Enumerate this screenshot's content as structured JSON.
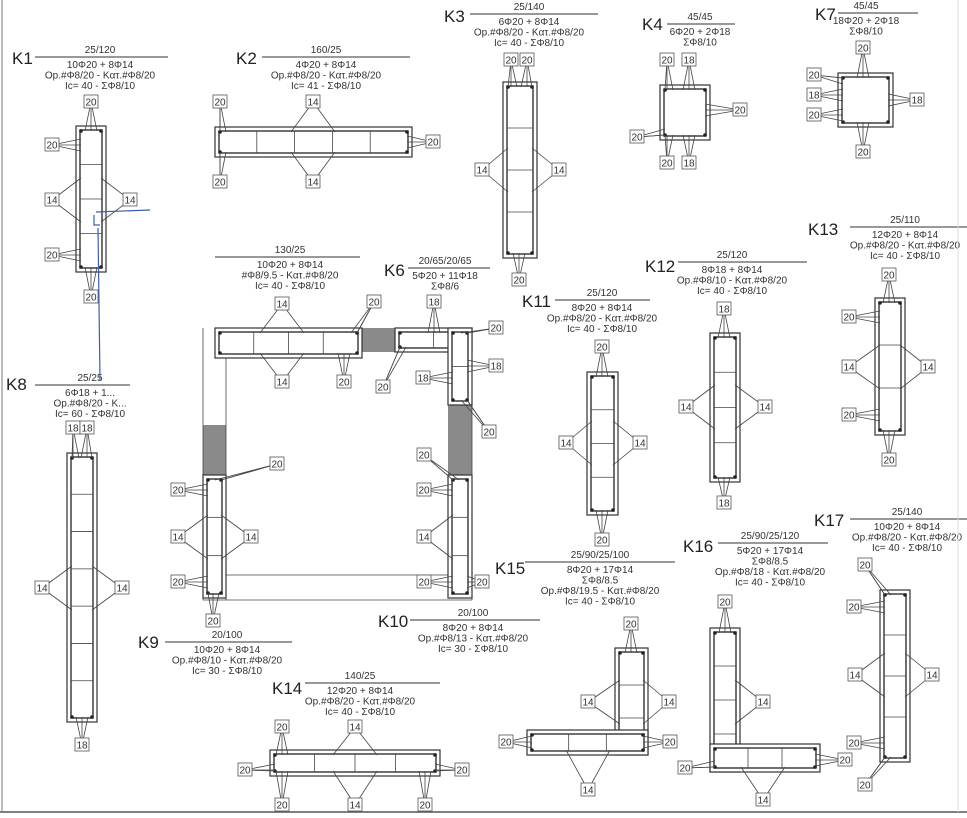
{
  "drawing": {
    "colors": {
      "ink": "#333333",
      "wall": "#8a8a8a",
      "scribble": "#3a5fb0"
    },
    "columns": [
      {
        "id": "K1",
        "lines": [
          "25/120",
          "10Φ20 + 8Φ14",
          "Op.#Φ8/20 - Kατ.#Φ8/20",
          "Ic= 40 - ΣΦ8/10"
        ],
        "tags": [
          "20",
          "20",
          "14",
          "14",
          "20",
          "20"
        ]
      },
      {
        "id": "K2",
        "lines": [
          "160/25",
          "4Φ20 + 8Φ14",
          "Op.#Φ8/20 - Kατ.#Φ8/20",
          "Ic= 41 - ΣΦ8/10"
        ],
        "tags": [
          "20",
          "14",
          "20",
          "20",
          "14"
        ]
      },
      {
        "id": "K3",
        "lines": [
          "25/140",
          "6Φ20 + 8Φ14",
          "Op.#Φ8/20 - Kατ.#Φ8/20",
          "Ic= 40 - ΣΦ8/10"
        ],
        "tags": [
          "20",
          "20",
          "14",
          "14",
          "20"
        ]
      },
      {
        "id": "K4",
        "lines": [
          "45/45",
          "6Φ20 + 2Φ18",
          "ΣΦ8/10"
        ],
        "tags": [
          "20",
          "18",
          "20",
          "20",
          "20",
          "18"
        ]
      },
      {
        "id": "K7",
        "lines": [
          "45/45",
          "18Φ20 + 2Φ18",
          "ΣΦ8/10"
        ],
        "tags": [
          "20",
          "20",
          "18",
          "20",
          "18",
          "20"
        ]
      },
      {
        "id": "",
        "lines": [
          "130/25",
          "10Φ20 + 8Φ14",
          "#Φ8/9.5 - Kατ.#Φ8/20",
          "Ic= 40 - ΣΦ8/10"
        ],
        "tags": [
          "14",
          "20",
          "14",
          "20"
        ]
      },
      {
        "id": "K6",
        "lines": [
          "20/65/20/65",
          "5Φ20 + 11Φ18",
          "ΣΦ8/6"
        ],
        "tags": [
          "18",
          "20",
          "18",
          "18",
          "20",
          "20"
        ]
      },
      {
        "id": "K13",
        "lines": [
          "25/110",
          "12Φ20 + 8Φ14",
          "Op.#Φ8/20 - Kατ.#Φ8/20",
          "Ic= 40 - ΣΦ8/10"
        ],
        "tags": [
          "20",
          "20",
          "14",
          "14",
          "20",
          "20"
        ]
      },
      {
        "id": "K12",
        "lines": [
          "25/120",
          "8Φ18 + 8Φ14",
          "Op.#Φ8/10 - Kατ.#Φ8/20",
          "Ic= 40 - ΣΦ8/10"
        ],
        "tags": [
          "18",
          "14",
          "14",
          "18"
        ]
      },
      {
        "id": "K11",
        "lines": [
          "25/120",
          "8Φ20 + 8Φ14",
          "Op.#Φ8/20 - Kατ.#Φ8/20",
          "Ic= 40 - ΣΦ8/10"
        ],
        "tags": [
          "20",
          "14",
          "14",
          "20"
        ]
      },
      {
        "id": "K8",
        "lines": [
          "25/25",
          "6Φ18 + 1...",
          "Op.#Φ8/20 - K...",
          "Ic= 60 - ΣΦ8/10"
        ],
        "tags": [
          "18",
          "18",
          "14",
          "14",
          "18"
        ]
      },
      {
        "id": "K9",
        "lines": [
          "20/100",
          "10Φ20 + 8Φ14",
          "Op.#Φ8/10 - Kατ.#Φ8/20",
          "Ic= 30 - ΣΦ8/10"
        ],
        "tags": [
          "20",
          "20",
          "14",
          "14",
          "20",
          "20"
        ]
      },
      {
        "id": "K10",
        "lines": [
          "20/100",
          "8Φ20 + 8Φ14",
          "Op.#Φ8/13 - Kατ.#Φ8/20",
          "Ic= 30 - ΣΦ8/10"
        ],
        "tags": [
          "20",
          "20",
          "14",
          "20",
          "20"
        ]
      },
      {
        "id": "K14",
        "lines": [
          "140/25",
          "12Φ20 + 8Φ14",
          "Op.#Φ8/20 - Kατ.#Φ8/20",
          "Ic= 40 - ΣΦ8/10"
        ],
        "tags": [
          "20",
          "14",
          "20",
          "20",
          "20",
          "14",
          "20"
        ]
      },
      {
        "id": "K15",
        "lines": [
          "25/90/25/100",
          "8Φ20 + 17Φ14",
          "ΣΦ8/8.5",
          "Op.#Φ8/19.5 - Kατ.#Φ8/20",
          "Ic= 40 - ΣΦ8/10"
        ],
        "tags": [
          "20",
          "14",
          "14",
          "20",
          "20",
          "14"
        ]
      },
      {
        "id": "K16",
        "lines": [
          "25/90/25/120",
          "5Φ20 + 17Φ14",
          "ΣΦ8/8.5",
          "Op.#Φ8/18 - Kατ.#Φ8/20",
          "Ic= 40 - ΣΦ8/10"
        ],
        "tags": [
          "20",
          "14",
          "20",
          "20",
          "14"
        ]
      },
      {
        "id": "K17",
        "lines": [
          "25/140",
          "10Φ20 + 8Φ14",
          "Op.#Φ8/20 - Kατ.#Φ8/20",
          "Ic= 40 - ΣΦ8/10"
        ],
        "tags": [
          "20",
          "20",
          "14",
          "14",
          "20",
          "20"
        ]
      }
    ]
  }
}
